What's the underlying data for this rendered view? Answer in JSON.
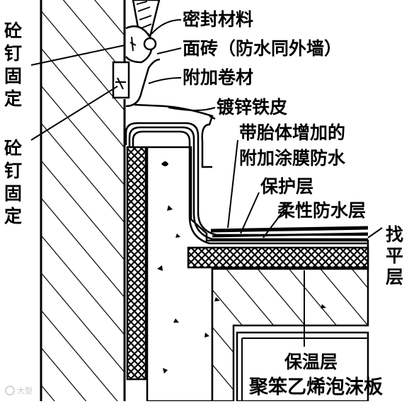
{
  "labels": {
    "sealant": "密封材料",
    "facing_tile": "面砖（防水同外墙）",
    "extra_membrane": "附加卷材",
    "galvanized_sheet": "镀锌铁皮",
    "reinforced_coating_line1": "带胎体增加的",
    "reinforced_coating_line2": "附加涂膜防水",
    "protection_layer": "保护层",
    "flexible_waterproof": "柔性防水层",
    "leveling_c1": "找",
    "leveling_c2": "平",
    "leveling_c3": "层",
    "insulation_layer": "保温层",
    "eps_board": "聚笨乙烯泡沫板",
    "nail_top_c1": "砼",
    "nail_top_c2": "钉",
    "nail_top_c3": "固",
    "nail_top_c4": "定",
    "nail_bottom_c1": "砼",
    "nail_bottom_c2": "钉",
    "nail_bottom_c3": "固",
    "nail_bottom_c4": "定"
  },
  "watermark": "大型",
  "colors": {
    "ink": "#000000",
    "paper": "#ffffff",
    "watermark": "#c8c8c8"
  }
}
